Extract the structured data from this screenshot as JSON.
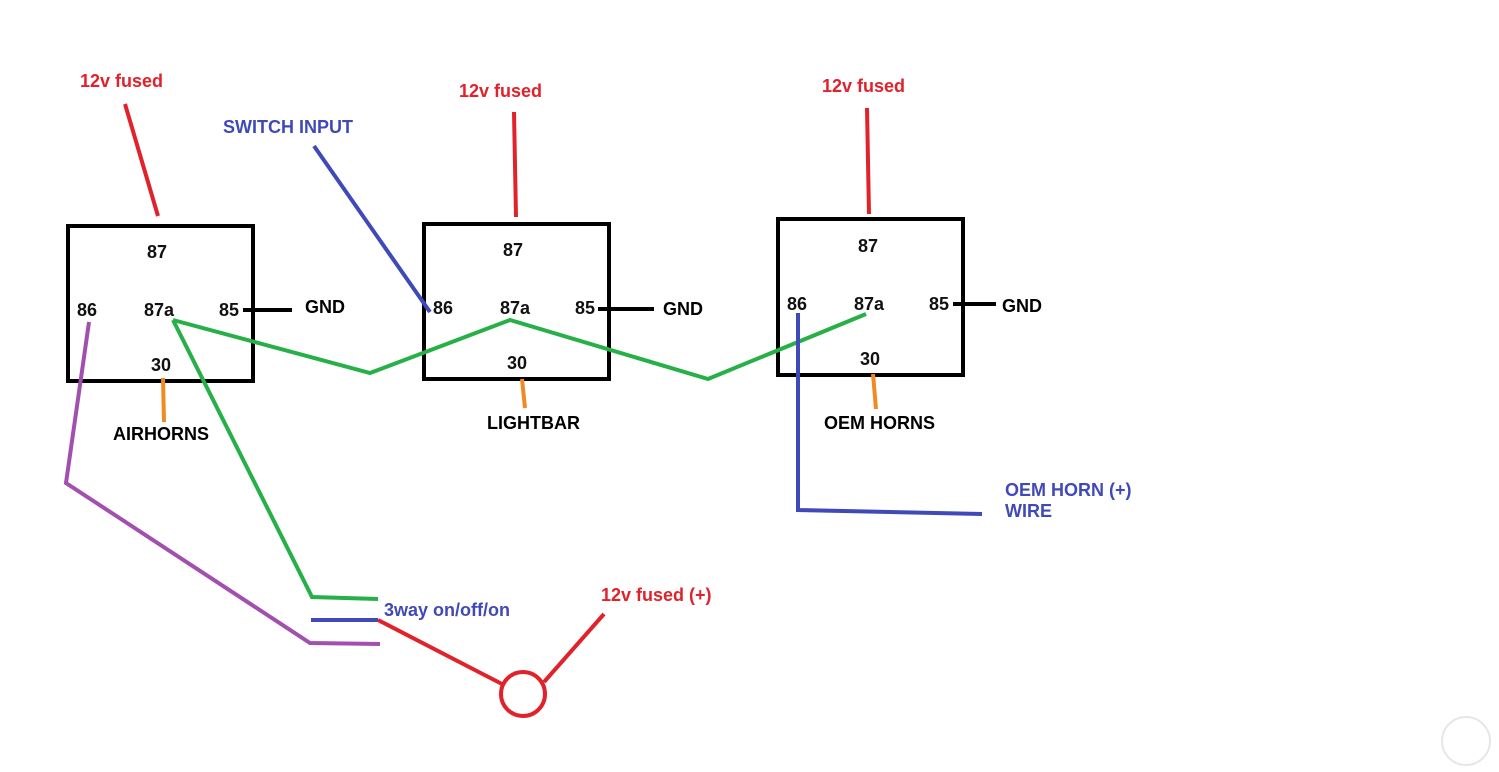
{
  "colors": {
    "power": "#e0222b",
    "ground": "#000000",
    "switch_wire": "#4049b8",
    "link_wire": "#27b047",
    "coil_wire": "#a24fb0",
    "load_wire": "#f08a24",
    "relay_border": "#000000"
  },
  "relays": [
    {
      "pins": {
        "p87": "87",
        "p86": "86",
        "p87a": "87a",
        "p85": "85",
        "p30": "30"
      },
      "supply": "12v fused",
      "ground": "GND",
      "load": "AIRHORNS"
    },
    {
      "pins": {
        "p87": "87",
        "p86": "86",
        "p87a": "87a",
        "p85": "85",
        "p30": "30"
      },
      "supply": "12v fused",
      "ground": "GND",
      "load": "LIGHTBAR"
    },
    {
      "pins": {
        "p87": "87",
        "p86": "86",
        "p87a": "87a",
        "p85": "85",
        "p30": "30"
      },
      "supply": "12v fused",
      "ground": "GND",
      "load": "OEM HORNS"
    }
  ],
  "labels": {
    "switch_input": "SWITCH INPUT",
    "oem_horn_wire_line1": "OEM HORN (+)",
    "oem_horn_wire_line2": "WIRE",
    "switch_name": "3way on/off/on",
    "switch_supply": "12v fused (+)"
  }
}
